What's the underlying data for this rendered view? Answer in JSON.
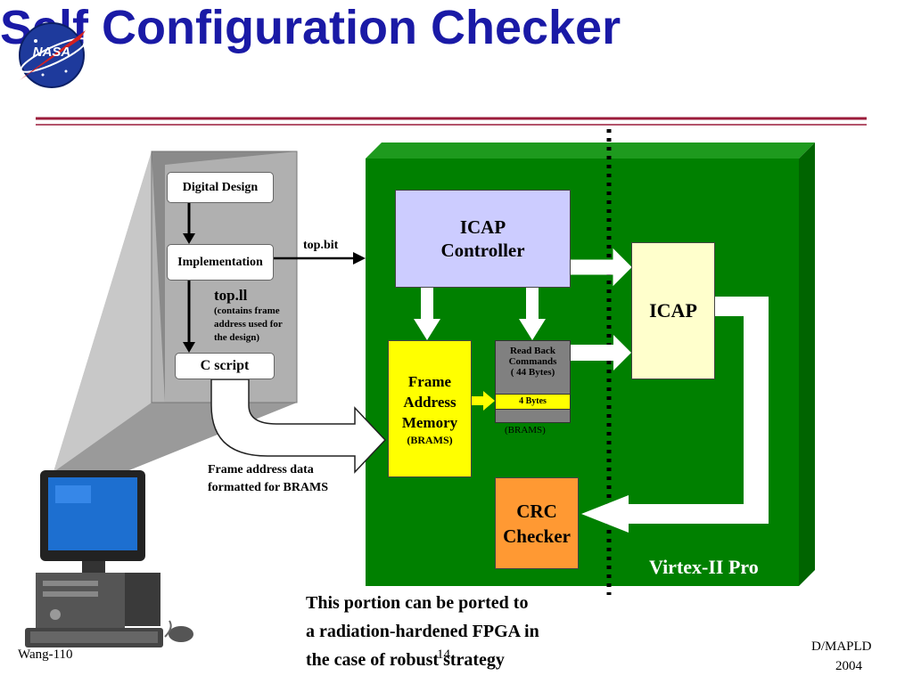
{
  "title": "Self Configuration Checker",
  "logo": {
    "text": "NASA"
  },
  "flow": {
    "digital_design": "Digital Design",
    "implementation": "Implementation",
    "c_script": "C script",
    "top_bit": "top.bit",
    "top_ll": "top.ll",
    "top_ll_note_1": "(contains frame",
    "top_ll_note_2": "address used for",
    "top_ll_note_3": "the design)",
    "frame_data_1": "Frame address data",
    "frame_data_2": "formatted for BRAMS"
  },
  "fpga": {
    "icap_controller_1": "ICAP",
    "icap_controller_2": "Controller",
    "icap": "ICAP",
    "fam_1": "Frame",
    "fam_2": "Address",
    "fam_3": "Memory",
    "fam_4": "(BRAMS)",
    "rb_1": "Read Back",
    "rb_2": "Commands",
    "rb_3": "( 44 Bytes)",
    "rb_bytes": "4 Bytes",
    "rb_brams": "(BRAMS)",
    "crc_1": "CRC",
    "crc_2": "Checker",
    "board_label": "Virtex-II Pro"
  },
  "note": {
    "line1": "This portion can be ported to",
    "line2": "a radiation-hardened FPGA in",
    "line3": "the case of robust strategy"
  },
  "footer": {
    "left": "Wang-110",
    "page": "14",
    "right1": "D/MAPLD",
    "right2": "2004"
  },
  "colors": {
    "title": "#1a1aa6",
    "board": "#008000",
    "icap_controller": "#ccccff",
    "icap": "#ffffcc",
    "frame_memory": "#ffff00",
    "crc": "#ff9933",
    "divider": "#9b1b3a"
  }
}
